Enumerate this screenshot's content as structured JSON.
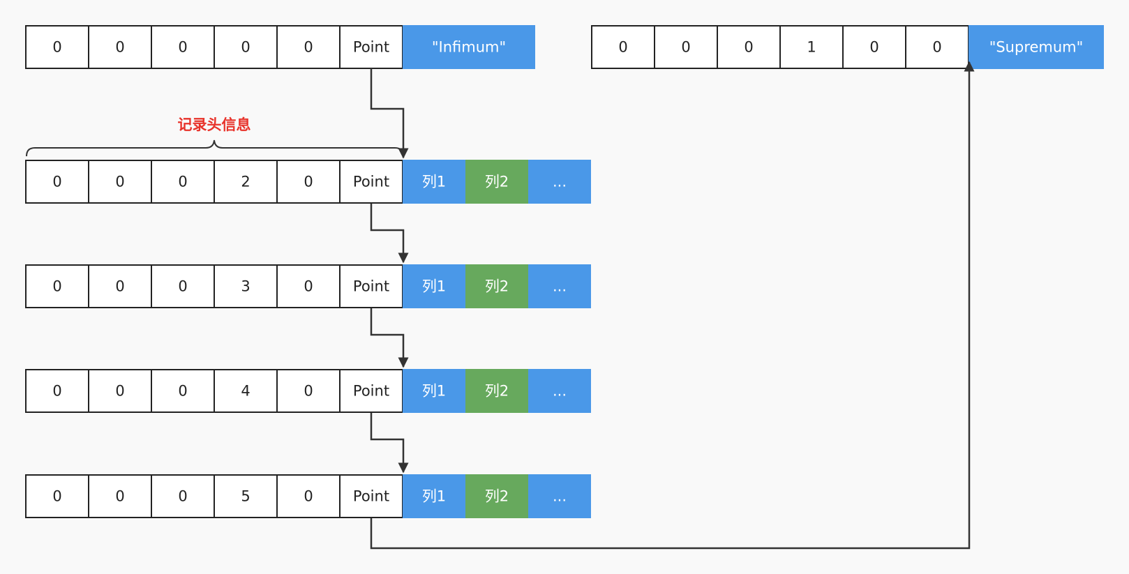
{
  "colors": {
    "background": "#f9f9f9",
    "blue": "#4a98e8",
    "green": "#67a95d",
    "border": "#222222",
    "label_red": "#e8322a",
    "arrow": "#333333"
  },
  "header_label": "记录头信息",
  "infimum": {
    "cells": [
      "0",
      "0",
      "0",
      "0",
      "0",
      "Point"
    ],
    "name": "\"Infimum\""
  },
  "supremum": {
    "cells": [
      "0",
      "0",
      "0",
      "1",
      "0",
      "0"
    ],
    "name": "\"Supremum\""
  },
  "records": [
    {
      "cells": [
        "0",
        "0",
        "0",
        "2",
        "0",
        "Point"
      ],
      "columns": [
        "列1",
        "列2",
        "..."
      ]
    },
    {
      "cells": [
        "0",
        "0",
        "0",
        "3",
        "0",
        "Point"
      ],
      "columns": [
        "列1",
        "列2",
        "..."
      ]
    },
    {
      "cells": [
        "0",
        "0",
        "0",
        "4",
        "0",
        "Point"
      ],
      "columns": [
        "列1",
        "列2",
        "..."
      ]
    },
    {
      "cells": [
        "0",
        "0",
        "0",
        "5",
        "0",
        "Point"
      ],
      "columns": [
        "列1",
        "列2",
        "..."
      ]
    }
  ]
}
